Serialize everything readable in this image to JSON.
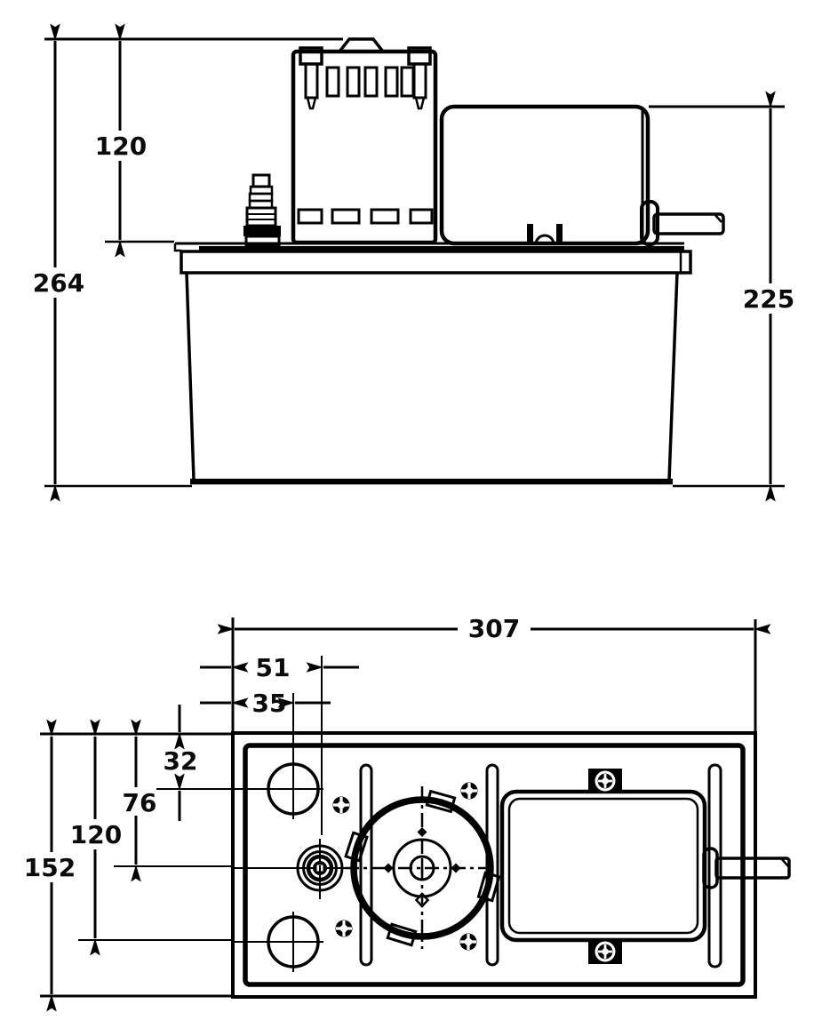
{
  "drawing": {
    "kind": "condensate-pump-dimensioned-drawing",
    "colors": {
      "ink": "#000000",
      "background": "#ffffff"
    },
    "front_view": {
      "dims": {
        "top_to_lid": "120",
        "overall_height": "264",
        "motor_top_to_base": "225"
      }
    },
    "plan_view": {
      "dims": {
        "overall_length": "307",
        "outlet_fitting_offset": "51",
        "vent_hole_offset": "35",
        "vent_hole_from_edge": "32",
        "centerline_from_edge": "76",
        "lower_hole_from_edge": "120",
        "overall_width": "152"
      }
    }
  }
}
